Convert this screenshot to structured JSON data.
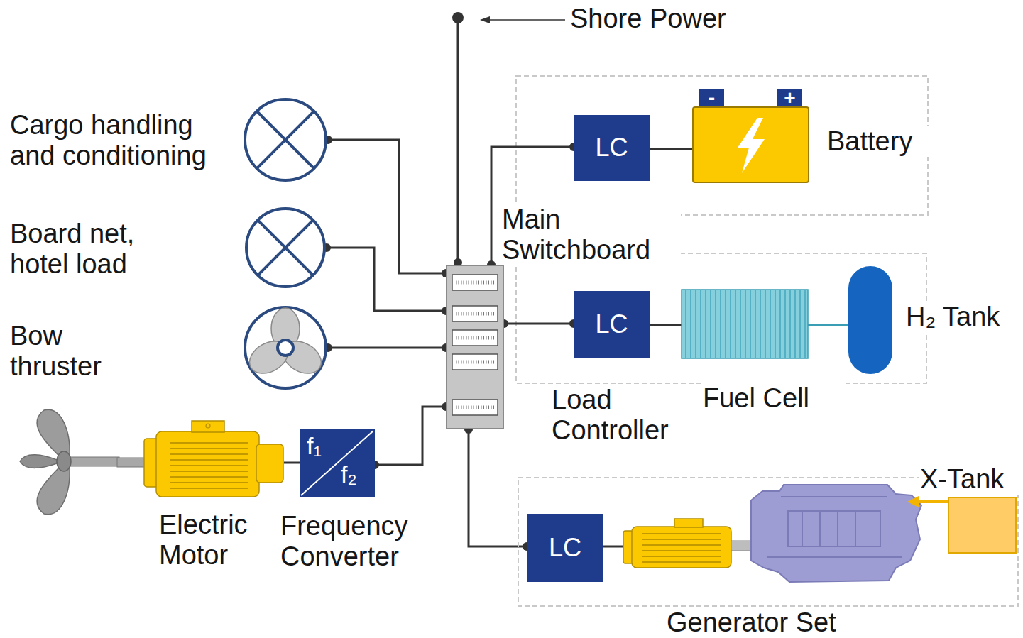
{
  "diagram": {
    "nodes": [
      {
        "text": [
          "Main Switchboard"
        ]
      },
      {
        "text": [
          "Cargo handling and conditioning"
        ]
      },
      {
        "text": [
          "Board net, hotel load"
        ]
      },
      {
        "text": [
          "Bow thruster"
        ]
      },
      {
        "text": [
          "Electric Motor"
        ]
      },
      {
        "text": [
          "f₁",
          "f₂",
          "Frequency Converter"
        ]
      },
      {
        "text": [
          "LC"
        ]
      },
      {
        "text": [
          "-",
          "+",
          "Battery"
        ]
      },
      {
        "text": [
          "LC",
          "Load Controller"
        ]
      },
      {
        "text": [
          "Fuel Cell"
        ]
      },
      {
        "text": [
          "H₂ Tank"
        ]
      },
      {
        "text": [
          "Generator Set"
        ]
      },
      {
        "text": [
          "LC"
        ],
        "in": 11
      },
      {
        "text": [
          "X-Tank"
        ],
        "in": 11
      }
    ],
    "edges": [
      {
        "from": 1,
        "to": 0,
        "arrow": "none"
      },
      {
        "from": 2,
        "to": 0,
        "arrow": "none"
      },
      {
        "from": 3,
        "to": 0,
        "arrow": "none"
      },
      {
        "from": 4,
        "to": 5,
        "arrow": "none"
      },
      {
        "from": 5,
        "to": 0,
        "arrow": "none"
      },
      {
        "from": 0,
        "to": 6,
        "arrow": "none"
      },
      {
        "from": 6,
        "to": 7,
        "arrow": "none"
      },
      {
        "from": 0,
        "to": 8,
        "arrow": "none"
      },
      {
        "from": 8,
        "to": 9,
        "arrow": "none"
      },
      {
        "from": 9,
        "to": 10,
        "arrow": "none"
      },
      {
        "from": 0,
        "to": 12,
        "arrow": "none"
      }
    ],
    "labels": [
      "Shore Power"
    ]
  }
}
